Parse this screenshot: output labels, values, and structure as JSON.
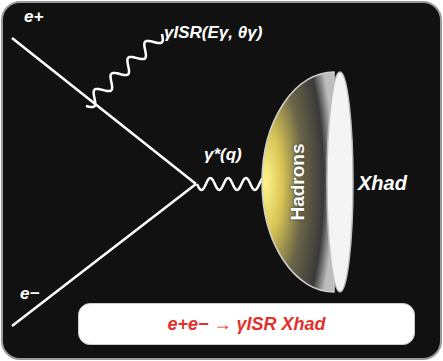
{
  "diagram": {
    "nodes": [
      {
        "text": [
          "Hadrons"
        ]
      },
      {
        "text": [
          "e+e− → γISR Xhad"
        ]
      }
    ],
    "labels": [
      "e+",
      "γISR(Eγ, θγ)",
      "γ*(q)",
      "Xhad",
      "e−"
    ]
  }
}
